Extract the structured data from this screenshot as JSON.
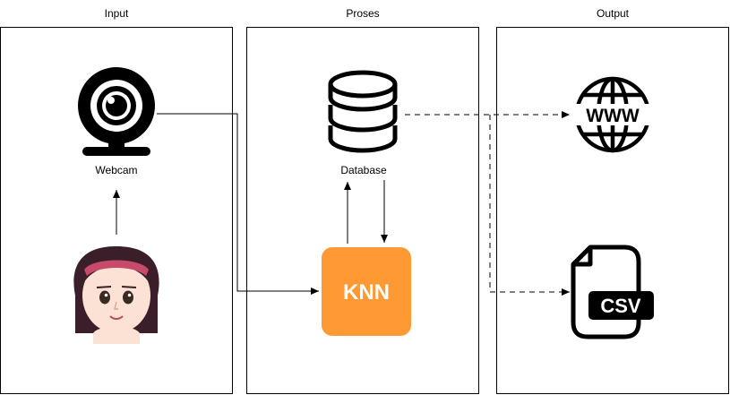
{
  "columns": {
    "input": "Input",
    "process": "Proses",
    "output": "Output"
  },
  "nodes": {
    "webcam": "Webcam",
    "database": "Database",
    "knn": "KNN",
    "csv": "CSV",
    "www": "WWW"
  },
  "colors": {
    "knn_fill": "#FF9933",
    "line": "#000000",
    "skin": "#FCE2D4",
    "hair": "#3A1F2B",
    "headband": "#C84A6B"
  },
  "icons": [
    "webcam-icon",
    "person-icon",
    "database-icon",
    "globe-icon",
    "csv-file-icon"
  ]
}
